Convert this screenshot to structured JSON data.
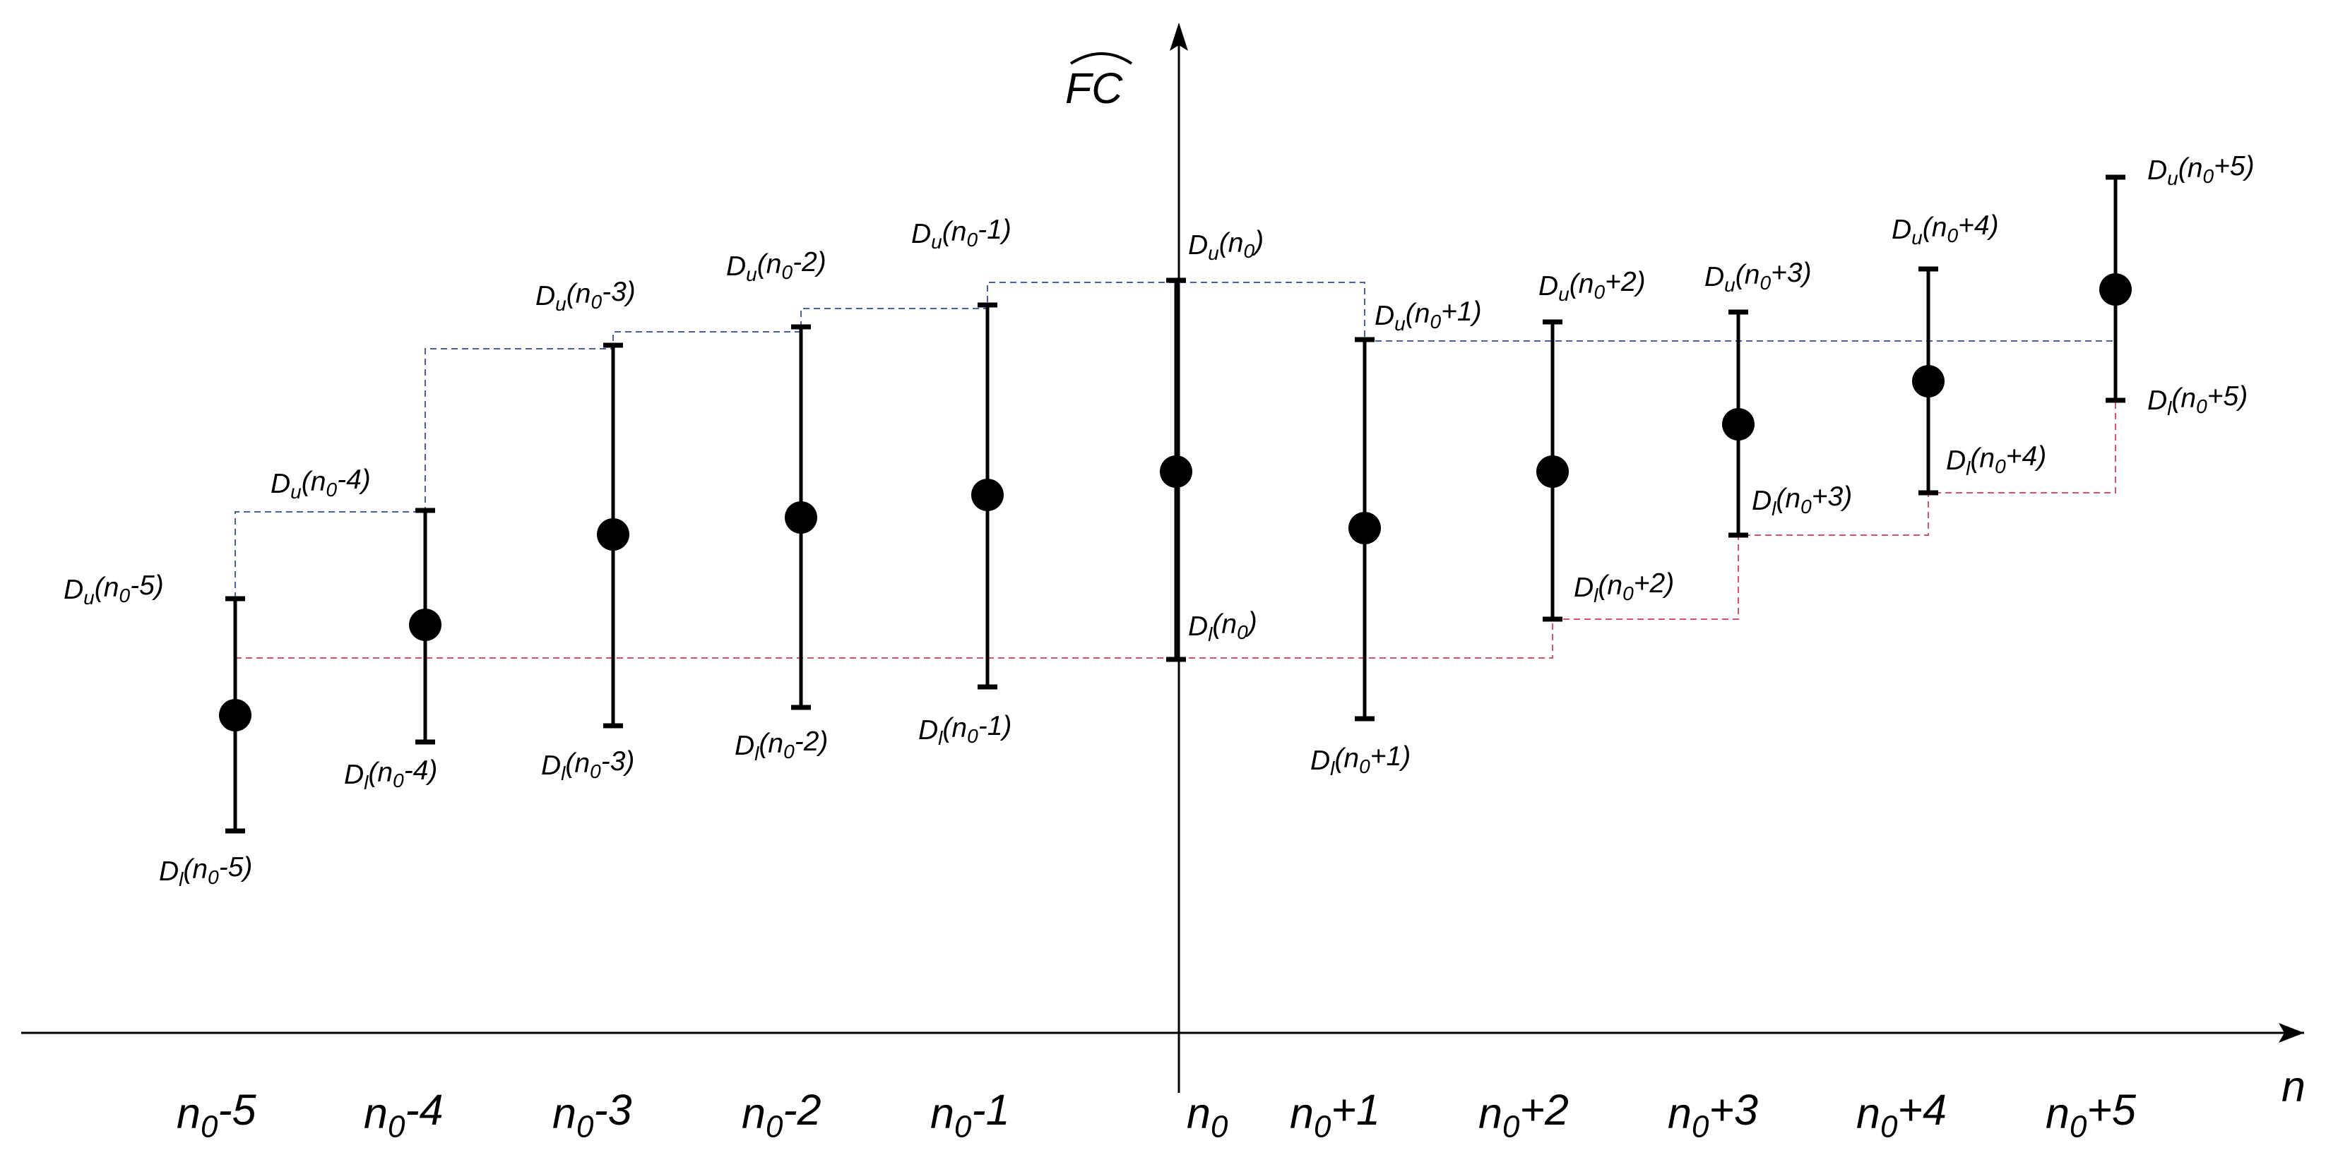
{
  "axes": {
    "y_label": "FC",
    "x_label": "n"
  },
  "points": [
    {
      "x_label": "n0-5",
      "upper_label": "Du(n0-5)",
      "lower_label": "Dl(n0-5)"
    },
    {
      "x_label": "n0-4",
      "upper_label": "Du(n0-4)",
      "lower_label": "Dl(n0-4)"
    },
    {
      "x_label": "n0-3",
      "upper_label": "Du(n0-3)",
      "lower_label": "Dl(n0-3)"
    },
    {
      "x_label": "n0-2",
      "upper_label": "Du(n0-2)",
      "lower_label": "Dl(n0-2)"
    },
    {
      "x_label": "n0-1",
      "upper_label": "Du(n0-1)",
      "lower_label": "Dl(n0-1)"
    },
    {
      "x_label": "n0",
      "upper_label": "Du(n0)",
      "lower_label": "Dl(n0)"
    },
    {
      "x_label": "n0+1",
      "upper_label": "Du(n0+1)",
      "lower_label": "Dl(n0+1)"
    },
    {
      "x_label": "n0+2",
      "upper_label": "Du(n0+2)",
      "lower_label": "Dl(n0+2)"
    },
    {
      "x_label": "n0+3",
      "upper_label": "Du(n0+3)",
      "lower_label": "Dl(n0+3)"
    },
    {
      "x_label": "n0+4",
      "upper_label": "Du(n0+4)",
      "lower_label": "Dl(n0+4)"
    },
    {
      "x_label": "n0+5",
      "upper_label": "Du(n0+5)",
      "lower_label": "Dl(n0+5)"
    }
  ],
  "colors": {
    "ink": "#000000",
    "upper_guide": "#4a5fa8",
    "lower_guide": "#d9546a"
  }
}
